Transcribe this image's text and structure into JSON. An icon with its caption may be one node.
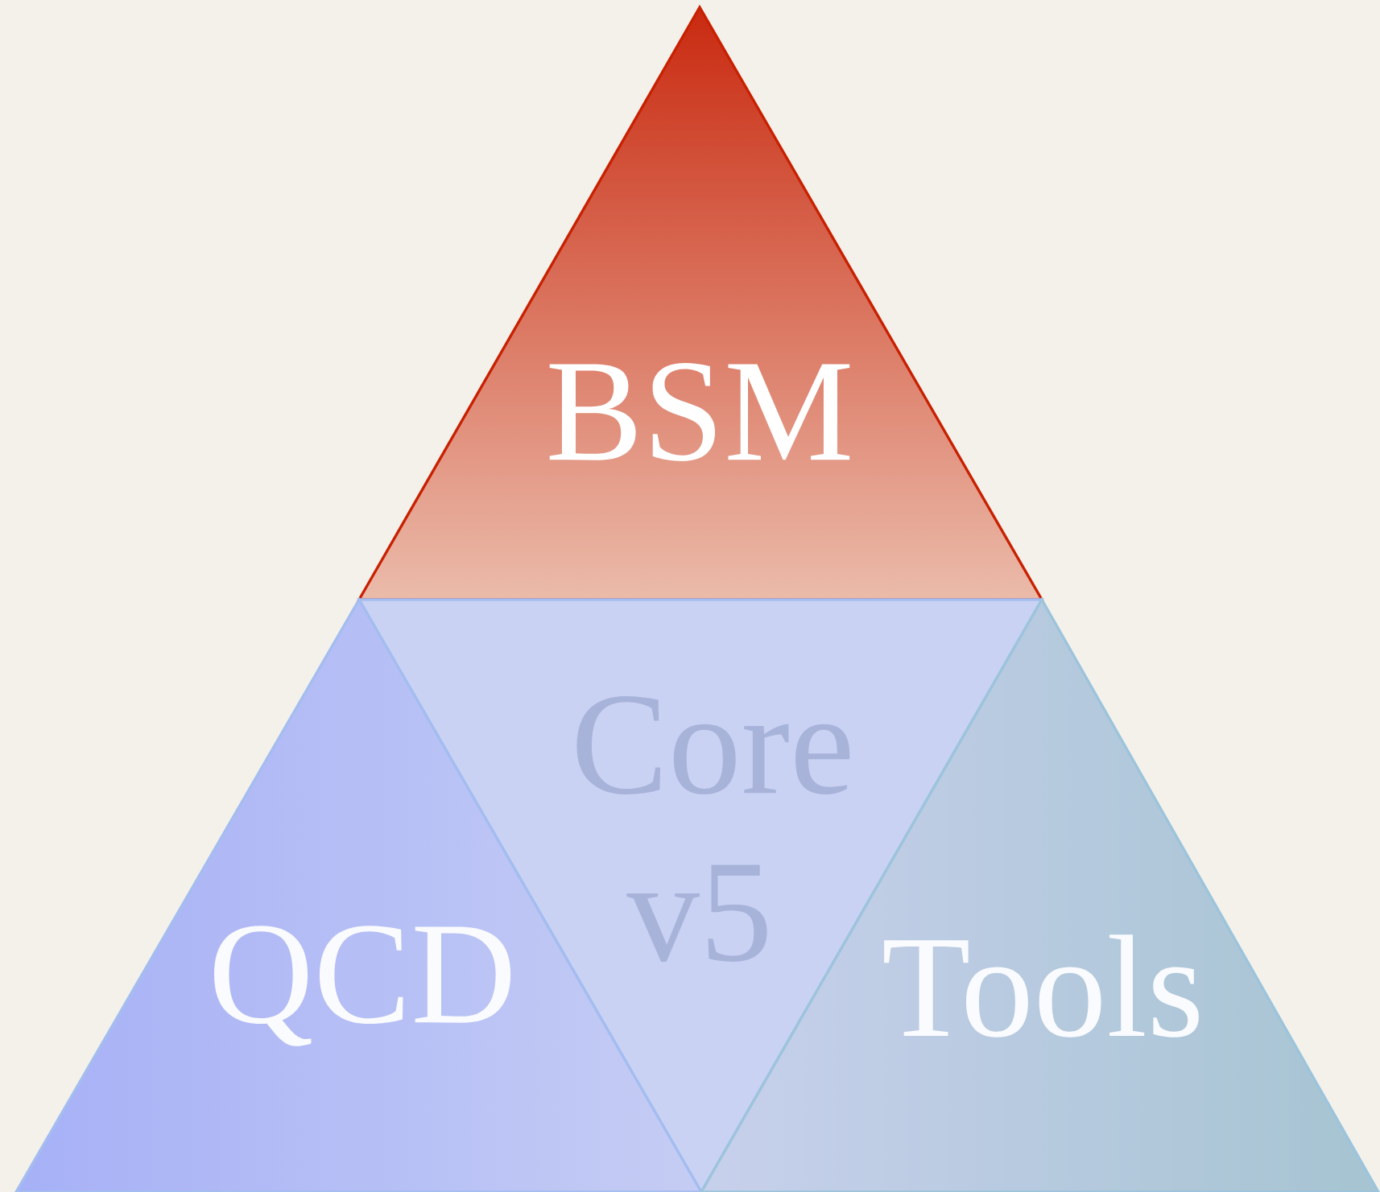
{
  "diagram": {
    "nodes": [
      {
        "text": [
          "BSM"
        ]
      },
      {
        "text": [
          "Core v5"
        ]
      },
      {
        "text": [
          "QCD"
        ]
      },
      {
        "text": [
          "Tools"
        ]
      }
    ]
  }
}
